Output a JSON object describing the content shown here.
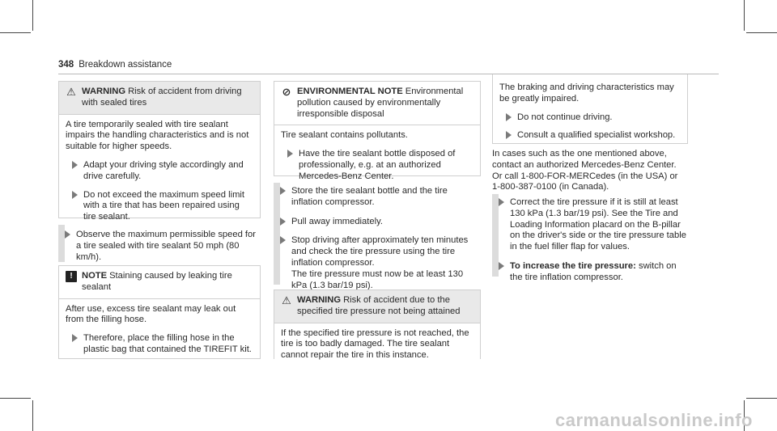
{
  "header": {
    "page_number": "348",
    "title": "Breakdown assistance"
  },
  "col1": {
    "warning": {
      "keyword": "WARNING",
      "title": "Risk of accident from driving with sealed tires",
      "body": "A tire temporarily sealed with tire sealant impairs the handling characteristics and is not suitable for higher speeds.",
      "bullets": [
        "Adapt your driving style accordingly and drive carefully.",
        "Do not exceed the maximum speed limit with a tire that has been repaired using tire sealant."
      ]
    },
    "step": "Observe the maximum permissible speed for a tire sealed with tire sealant 50 mph (80 km/h).",
    "note": {
      "keyword": "NOTE",
      "title": "Staining caused by leaking tire sealant",
      "body": "After use, excess tire sealant may leak out from the filling hose.",
      "bullets": [
        "Therefore, place the filling hose in the plastic bag that contained the TIREFIT kit."
      ]
    }
  },
  "col2": {
    "env": {
      "keyword": "ENVIRONMENTAL NOTE",
      "title": "Environmental pollution caused by environmentally irresponsible disposal",
      "body": "Tire sealant contains pollutants.",
      "bullets": [
        "Have the tire sealant bottle disposed of professionally, e.g. at an authorized Mercedes-Benz Center."
      ]
    },
    "steps": [
      "Store the tire sealant bottle and the tire inflation compressor.",
      "Pull away immediately.",
      "Stop driving after approximately ten minutes and check the tire pressure using the tire inflation compressor.",
      "The tire pressure must now be at least 130 kPa (1.3 bar/19 psi)."
    ],
    "warning": {
      "keyword": "WARNING",
      "title": "Risk of accident due to the specified tire pressure not being attained",
      "body": "If the specified tire pressure is not reached, the tire is too badly damaged. The tire sealant cannot repair the tire in this instance."
    }
  },
  "col3": {
    "cont_body": "The braking and driving characteristics may be greatly impaired.",
    "cont_bullets": [
      "Do not continue driving.",
      "Consult a qualified specialist workshop."
    ],
    "para": "In cases such as the one mentioned above, contact an authorized Mercedes-Benz Center. Or call 1-800-FOR-MERCedes (in the USA) or 1-800-387-0100 (in Canada).",
    "steps": [
      "Correct the tire pressure if it is still at least 130 kPa (1.3 bar/19 psi). See the Tire and Loading Information placard on the B-pillar on the driver's side or the tire pressure table in the fuel filler flap for values."
    ],
    "final_keyword": "To increase the tire pressure:",
    "final_text": "switch on the tire inflation compressor."
  },
  "watermark": "carmanualsonline.info"
}
